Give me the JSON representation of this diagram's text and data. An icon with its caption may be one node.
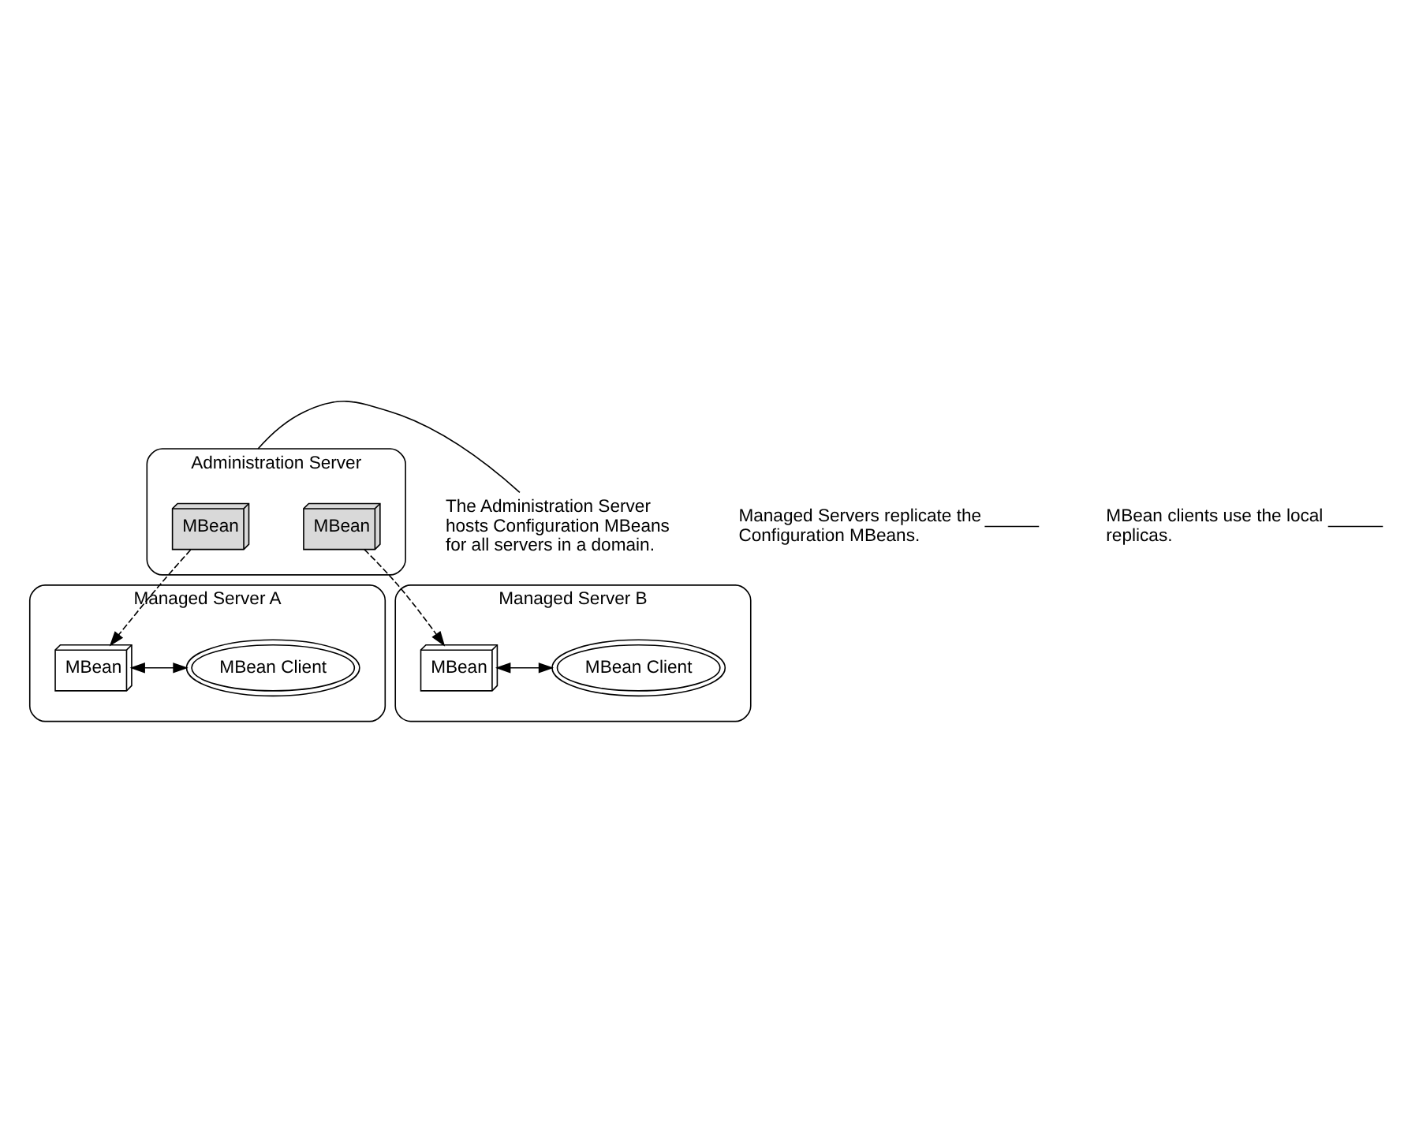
{
  "diagram": {
    "nodes": [
      {
        "text": [
          "Administration Server"
        ]
      },
      {
        "text": [
          "MBean"
        ],
        "in": 0
      },
      {
        "text": [
          "MBean"
        ],
        "in": 0
      },
      {
        "text": [
          "Managed Server A"
        ]
      },
      {
        "text": [
          "MBean Client"
        ],
        "in": 3
      },
      {
        "text": [
          "MBean"
        ],
        "in": 3
      },
      {
        "text": [
          "Managed Server B"
        ]
      },
      {
        "text": [
          "MBean Client"
        ],
        "in": 6
      },
      {
        "text": [
          "MBean"
        ],
        "in": 6
      },
      {
        "text": [
          "The Administration Server hosts Configuration MBeans for all servers in a domain."
        ]
      },
      {
        "text": [
          "Managed Servers replicate the Configuration MBeans."
        ]
      },
      {
        "text": [
          "MBean clients use the local replicas."
        ]
      }
    ],
    "edges": [
      {
        "from": 1,
        "to": 5,
        "arrow": "to",
        "style": "dashed"
      },
      {
        "from": 2,
        "to": 8,
        "arrow": "to",
        "style": "dashed"
      },
      {
        "from": 4,
        "to": 5,
        "arrow": "both"
      },
      {
        "from": 7,
        "to": 8,
        "arrow": "both"
      },
      {
        "from": 9,
        "to": 0,
        "arrow": "none"
      },
      {
        "from": 10,
        "to": null,
        "arrow": "none"
      },
      {
        "from": 11,
        "to": null,
        "arrow": "none"
      }
    ]
  }
}
